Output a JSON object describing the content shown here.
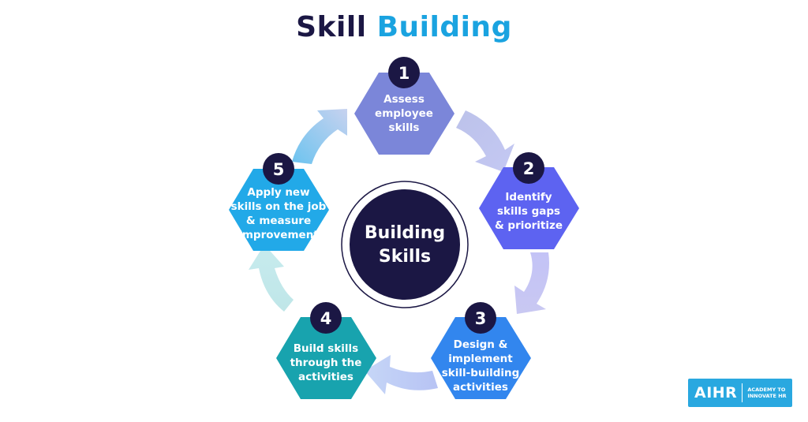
{
  "title": {
    "word1": "Skill",
    "word2": "Building"
  },
  "center": {
    "line1": "Building",
    "line2": "Skills"
  },
  "steps": [
    {
      "number": "1",
      "lines": [
        "Assess",
        "employee",
        "skills"
      ],
      "color": "#7b86d9"
    },
    {
      "number": "2",
      "lines": [
        "Identify",
        "skills gaps",
        "& prioritize"
      ],
      "color": "#5d63f1"
    },
    {
      "number": "3",
      "lines": [
        "Design &",
        "implement",
        "skill-building",
        "activities"
      ],
      "color": "#3286ee"
    },
    {
      "number": "4",
      "lines": [
        "Build skills",
        "through the",
        "activities"
      ],
      "color": "#18a3ae"
    },
    {
      "number": "5",
      "lines": [
        "Apply new",
        "skills on the job",
        "& measure",
        "improvement"
      ],
      "color": "#22a9e8"
    }
  ],
  "logo": {
    "mark": "AIHR",
    "tagline": [
      "ACADEMY TO",
      "INNOVATE HR"
    ]
  },
  "colors": {
    "title_dark": "#1b1744",
    "title_accent": "#1aa3e0",
    "badge": "#1b1744",
    "center": "#1b1744"
  }
}
